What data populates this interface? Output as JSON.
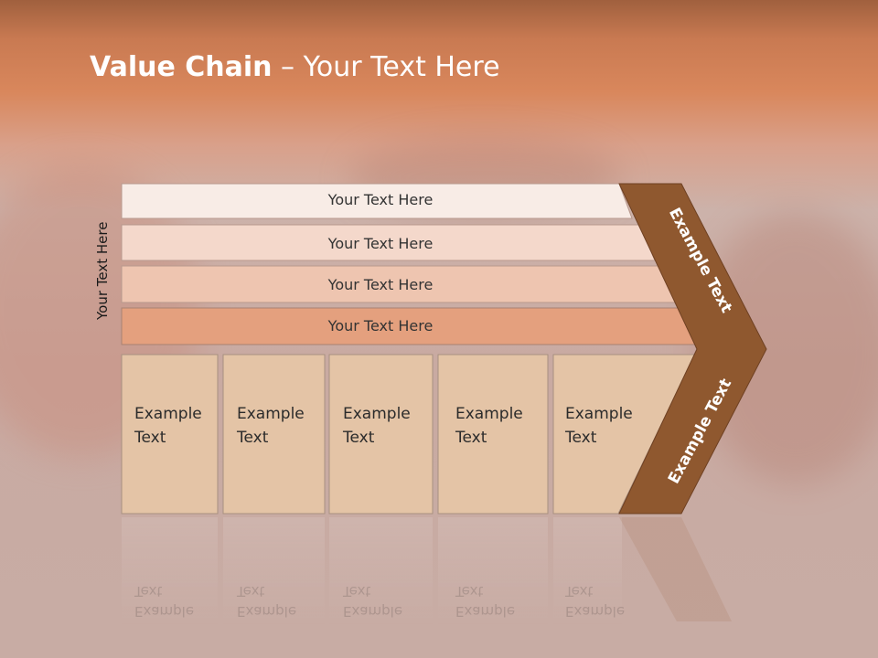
{
  "title": {
    "bold": "Value Chain",
    "rest": " – Your Text Here"
  },
  "side_label": "Your Text Here",
  "rows": [
    {
      "label": "Your Text Here",
      "color": "#f8ece6"
    },
    {
      "label": "Your Text Here",
      "color": "#f4d8cb"
    },
    {
      "label": "Your Text Here",
      "color": "#eec5b0"
    },
    {
      "label": "Your Text Here",
      "color": "#e4a07e"
    }
  ],
  "cells": [
    {
      "line1": "Example",
      "line2": "Text"
    },
    {
      "line1": "Example",
      "line2": "Text"
    },
    {
      "line1": "Example",
      "line2": "Text"
    },
    {
      "line1": "Example",
      "line2": "Text"
    },
    {
      "line1": "Example",
      "line2": "Text"
    }
  ],
  "chevron": {
    "upper": "Example Text",
    "lower": "Example Text",
    "color": "#8f582f"
  },
  "colors": {
    "cell_fill": "#e4c4a6",
    "title": "#ffffff"
  }
}
